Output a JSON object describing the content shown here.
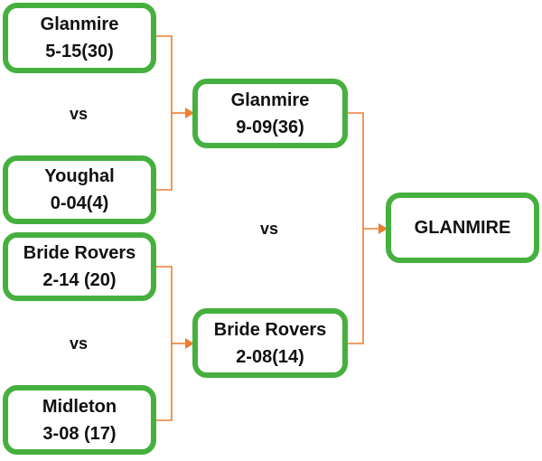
{
  "bracket": {
    "round1": [
      {
        "team": "Glanmire",
        "score": "5-15(30)"
      },
      {
        "team": "Youghal",
        "score": "0-04(4)"
      },
      {
        "team": "Bride Rovers",
        "score": "2-14 (20)"
      },
      {
        "team": "Midleton",
        "score": "3-08 (17)"
      }
    ],
    "round2": [
      {
        "team": "Glanmire",
        "score": "9-09(36)"
      },
      {
        "team": "Bride Rovers",
        "score": "2-08(14)"
      }
    ],
    "winner": {
      "team": "GLANMIRE"
    },
    "vs_label": "vs"
  },
  "colors": {
    "box_border": "#46b03f",
    "connector": "#ed7d31"
  }
}
